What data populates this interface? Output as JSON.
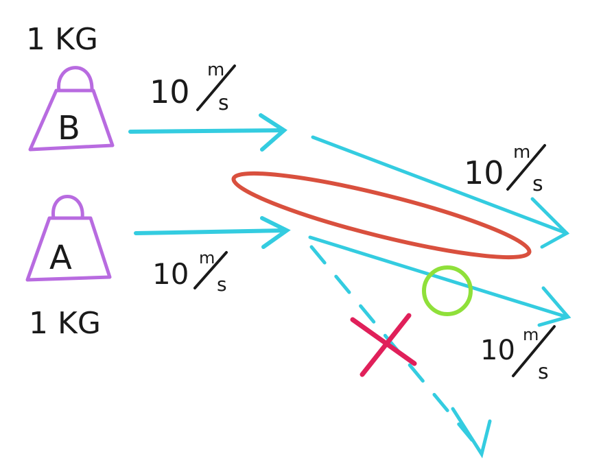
{
  "weights": {
    "b": {
      "letter": "B",
      "mass": "1 KG"
    },
    "a": {
      "letter": "A",
      "mass": "1 KG"
    }
  },
  "velocities": {
    "b_in": {
      "num": "10",
      "unit_top": "m",
      "unit_bottom": "s"
    },
    "a_in": {
      "num": "10",
      "unit_top": "m",
      "unit_bottom": "s"
    },
    "upper_out": {
      "num": "10",
      "unit_top": "m",
      "unit_bottom": "s"
    },
    "lower_out": {
      "num": "10",
      "unit_top": "m",
      "unit_bottom": "s"
    }
  },
  "colors": {
    "weight_outline": "#b86be0",
    "arrow": "#34cce0",
    "pencil_text": "#1a1a1a",
    "ellipse": "#d9503e",
    "circle_correct": "#8fe03a",
    "cross_wrong": "#e0205a"
  }
}
